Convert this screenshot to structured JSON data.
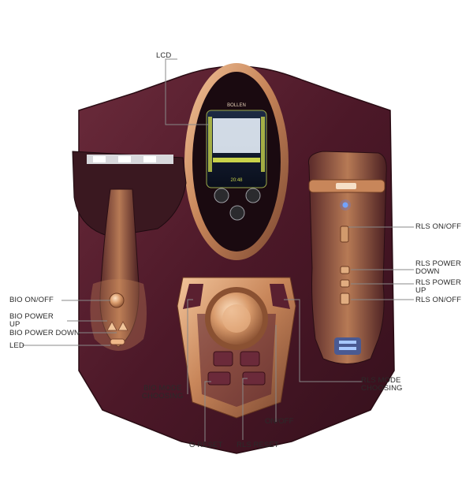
{
  "labels": {
    "lcd": "LCD",
    "bio_onoff": "BIO ON/OFF",
    "bio_power_up_1": "BIO POWER",
    "bio_power_up_2": "UP",
    "bio_power_down": "BIO POWER DOWN",
    "led": "LED",
    "bio_mode_1": "BIO MODE",
    "bio_mode_2": "CHOOSING",
    "o_reset": "O RESET",
    "rls_reset": "RLS RESET",
    "onoff": "ON/OFF",
    "rls_mode_1": "RLS MODE",
    "rls_mode_2": "CHOOSING",
    "rls_onoff_top": "RLS ON/OFF",
    "rls_power_down_1": "RLS POWER",
    "rls_power_down_2": "DOWN",
    "rls_power_up_1": "RLS POWER",
    "rls_power_up_2": "UP",
    "rls_onoff_bottom": "RLS ON/OFF"
  },
  "screen": {
    "brand": "BOLLEN",
    "time": "20:48"
  },
  "colors": {
    "body": "#4a1626",
    "copper": "#c8865a",
    "screen_accent": "#c9d34a"
  }
}
